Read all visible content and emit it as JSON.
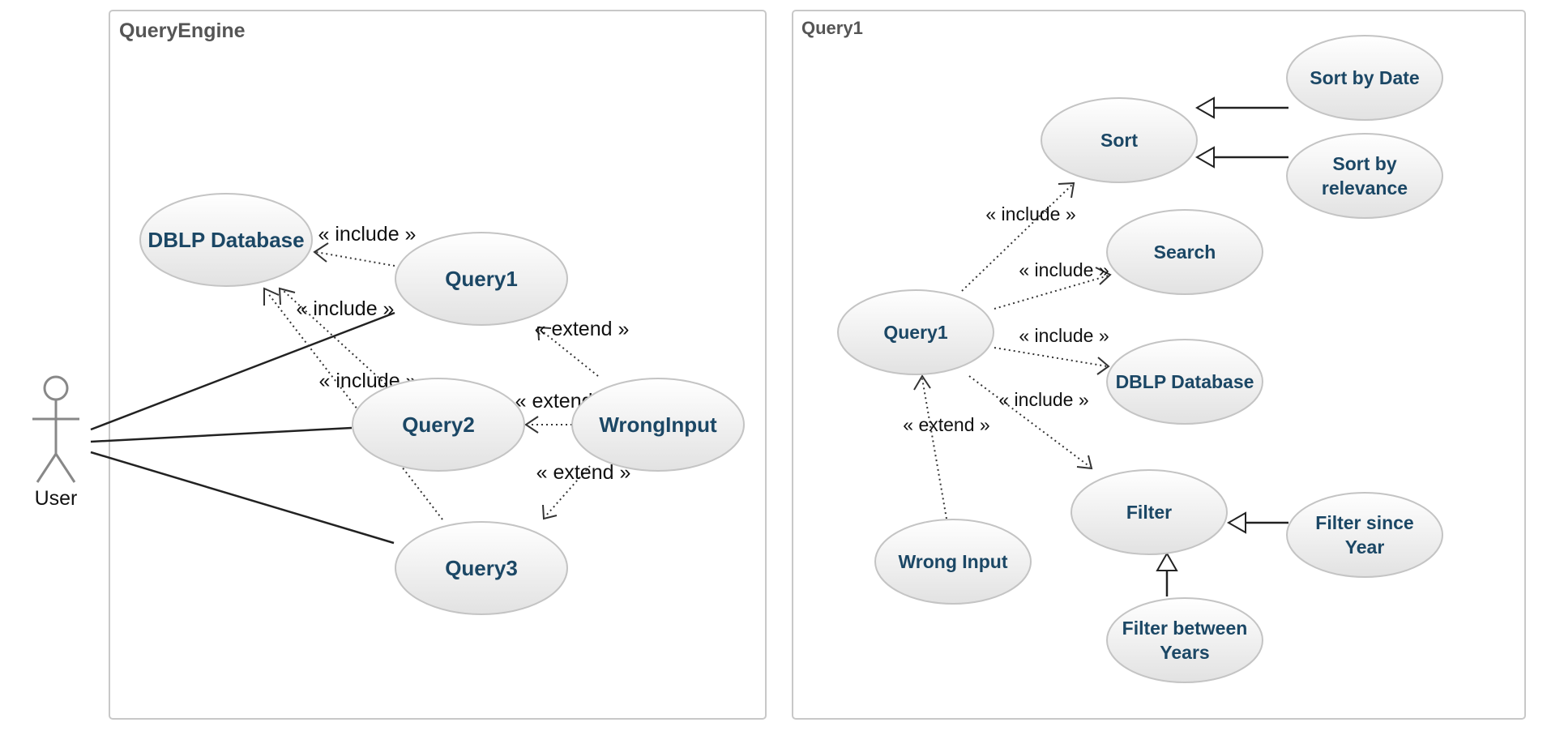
{
  "boundaries": {
    "left": {
      "title": "QueryEngine"
    },
    "right": {
      "title": "Query1"
    }
  },
  "actor": {
    "label": "User"
  },
  "left_use_cases": {
    "dblp": "DBLP Database",
    "query1": "Query1",
    "query2": "Query2",
    "query3": "Query3",
    "wronginput": "WrongInput"
  },
  "left_relations": {
    "include_q1": "« include »",
    "include_q2": "« include »",
    "include_q3": "« include »",
    "extend_q1": "« extend »",
    "extend_q2": "« extend »",
    "extend_q3": "« extend »"
  },
  "right_use_cases": {
    "query1": "Query1",
    "sort": "Sort",
    "sort_by_date": "Sort by Date",
    "sort_by_relevance_line1": "Sort by",
    "sort_by_relevance_line2": "relevance",
    "search": "Search",
    "dblp": "DBLP Database",
    "filter": "Filter",
    "filter_since_year_line1": "Filter since",
    "filter_since_year_line2": "Year",
    "filter_between_years_line1": "Filter between",
    "filter_between_years_line2": "Years",
    "wrong_input": "Wrong Input"
  },
  "right_relations": {
    "include_sort": "« include »",
    "include_search": "« include »",
    "include_dblp": "« include »",
    "include_filter": "« include »",
    "extend_wrong": "« extend »"
  },
  "colors": {
    "use_case_text": "#1b4765",
    "use_case_fill_top": "#ffffff",
    "use_case_fill_bottom": "#e2e2e2",
    "boundary_stroke": "#c8c8c8",
    "actor_stroke": "#888888"
  }
}
